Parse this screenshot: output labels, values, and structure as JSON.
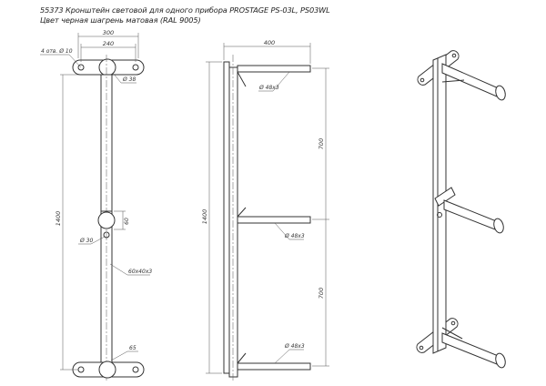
{
  "title": {
    "line1": "55373 Кронштейн световой для одного прибора PROSTAGE PS-03L, PS03WL",
    "line2": "Цвет черная шагрень матовая (RAL 9005)"
  },
  "front_view": {
    "dim_overall_width": "300",
    "dim_hole_spacing": "240",
    "dim_holes": "4 отв. Ø 10",
    "dim_tube_dia_top": "Ø 38",
    "dim_height": "1400",
    "dim_mid_offset": "60",
    "dim_mid_hole": "Ø 30",
    "dim_profile": "60x40x3",
    "dim_bottom": "65"
  },
  "side_view": {
    "dim_depth": "400",
    "dim_height": "1400",
    "dim_upper_span": "700",
    "dim_lower_span": "700",
    "arm1_label": "Ø 48x3",
    "arm2_label": "Ø 48x3",
    "arm3_label": "Ø 48x3"
  }
}
